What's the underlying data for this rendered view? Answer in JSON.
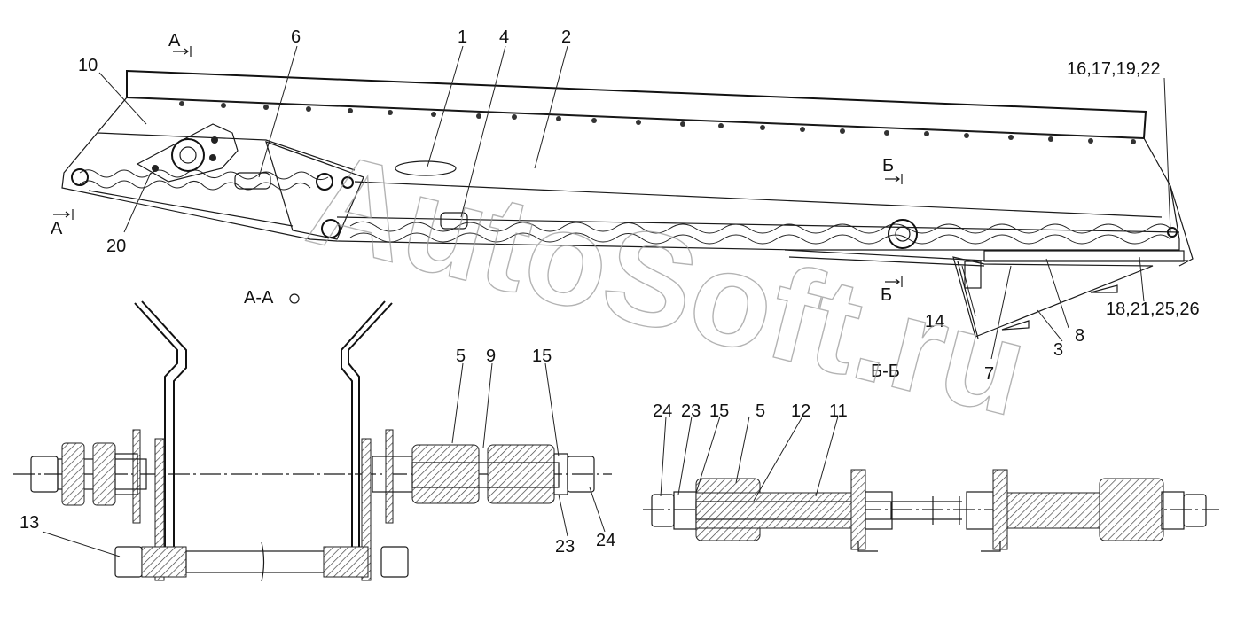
{
  "watermark": "AutoSoft.ru",
  "section_labels": {
    "a_a": "А-А",
    "b_b": "Б-Б",
    "a": "А",
    "b": "Б"
  },
  "callouts": {
    "c1": "1",
    "c2": "2",
    "c3": "3",
    "c4": "4",
    "c5": "5",
    "c6": "6",
    "c7": "7",
    "c8": "8",
    "c9": "9",
    "c10": "10",
    "c11": "11",
    "c12": "12",
    "c13": "13",
    "c14": "14",
    "c15": "15",
    "c20": "20",
    "c23": "23",
    "c24": "24",
    "group_16_22": "16,17,19,22",
    "group_18_26": "18,21,25,26"
  }
}
